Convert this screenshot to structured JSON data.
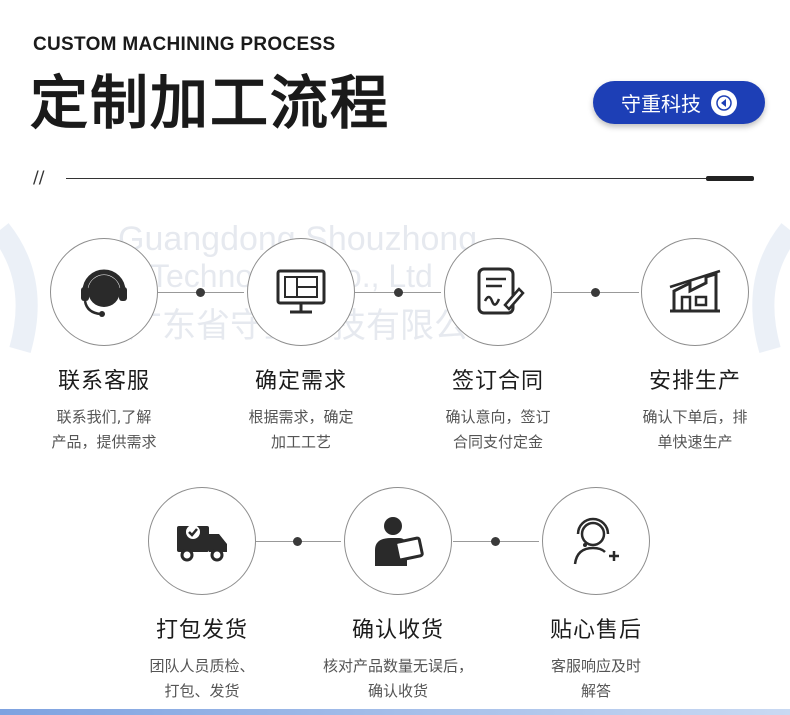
{
  "header": {
    "subtitle": "CUSTOM MACHINING PROCESS",
    "title": "定制加工流程",
    "brand": "守重科技",
    "slash": "//"
  },
  "watermark": {
    "line1": "Guangdong Shouzhong",
    "line2": "Technology Co., Ltd",
    "line3": "广东省守重科技有限公司"
  },
  "steps": [
    {
      "title": "联系客服",
      "desc1": "联系我们,了解",
      "desc2": "产品，提供需求",
      "icon": "headset-icon"
    },
    {
      "title": "确定需求",
      "desc1": "根据需求，确定",
      "desc2": "加工工艺",
      "icon": "monitor-blueprint-icon"
    },
    {
      "title": "签订合同",
      "desc1": "确认意向，签订",
      "desc2": "合同支付定金",
      "icon": "contract-signature-icon"
    },
    {
      "title": "安排生产",
      "desc1": "确认下单后，排",
      "desc2": "单快速生产",
      "icon": "factory-icon"
    },
    {
      "title": "打包发货",
      "desc1": "团队人员质检、",
      "desc2": "打包、发货",
      "icon": "delivery-truck-icon"
    },
    {
      "title": "确认收货",
      "desc1": "核对产品数量无误后，",
      "desc2": "确认收货",
      "icon": "person-tablet-icon"
    },
    {
      "title": "贴心售后",
      "desc1": "客服响应及时",
      "desc2": "解答",
      "icon": "support-agent-icon"
    }
  ],
  "colors": {
    "brand": "#1d3fb6",
    "text": "#1c1c1c",
    "muted": "#555555"
  }
}
